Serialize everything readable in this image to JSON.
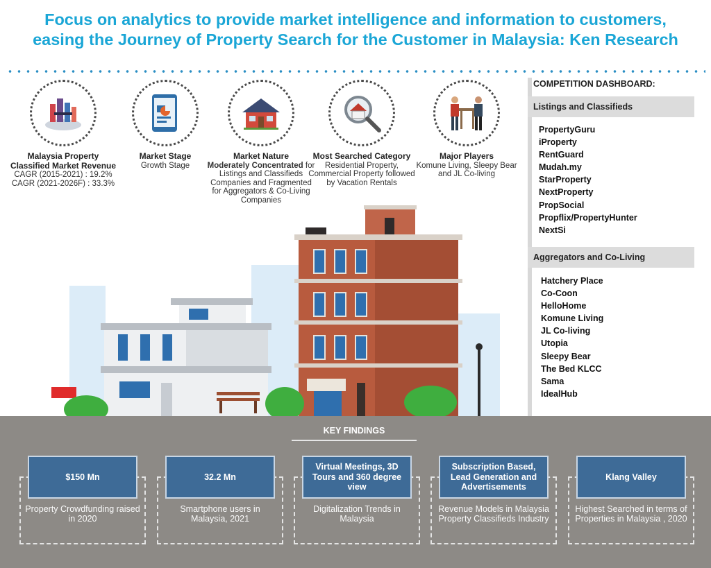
{
  "header": {
    "title": "Focus on analytics to provide market intelligence and information to customers, easing the Journey of Property Search for the Customer in Malaysia: Ken Research"
  },
  "features": [
    {
      "icon": "city-phone-icon",
      "label": "Malaysia Property Classified Market Revenue",
      "desc1": "CAGR (2015-2021) : 19.2%",
      "desc2": "CAGR (2021-2026F) : 33.3%"
    },
    {
      "icon": "tablet-chart-icon",
      "label": "Market Stage",
      "desc1": "Growth Stage"
    },
    {
      "icon": "house-icon",
      "label": "Market Nature",
      "desc_bold": "Moderately Concentrated",
      "desc1": " for Listings and Classifieds Companies and Fragmented for Aggregators & Co-Living Companies"
    },
    {
      "icon": "magnifier-house-icon",
      "label": "Most Searched Category",
      "desc1": "Residential Property, Commercial Property followed by Vacation Rentals"
    },
    {
      "icon": "people-meeting-icon",
      "label": "Major Players",
      "desc1": "Komune Living, Sleepy Bear and JL Co-living"
    }
  ],
  "dashboard": {
    "title": "COMPETITION DASHBOARD:",
    "listings_title": "Listings and Classifieds",
    "listings": [
      "PropertyGuru",
      "iProperty",
      "RentGuard",
      "Mudah.my",
      "StarProperty",
      "NextProperty",
      "PropSocial",
      "Propflix/PropertyHunter",
      "NextSi"
    ],
    "aggregators_title": "Aggregators and Co-Living",
    "aggregators": [
      "Hatchery Place",
      "Co-Coon",
      "HelloHome",
      "Komune Living",
      "JL Co-living",
      "Utopia",
      "Sleepy Bear",
      "The Bed KLCC",
      "Sama",
      "IdealHub"
    ]
  },
  "key_findings": {
    "title": "KEY FINDINGS",
    "cards": [
      {
        "head": "$150 Mn",
        "sub": "Property Crowdfunding raised in 2020"
      },
      {
        "head": "32.2 Mn",
        "sub": "Smartphone users in Malaysia, 2021"
      },
      {
        "head": "Virtual Meetings, 3D Tours and 360 degree view",
        "sub": "Digitalization Trends in Malaysia"
      },
      {
        "head": "Subscription Based, Lead Generation and Advertisements",
        "sub": "Revenue Models in Malaysia Property Classifieds Industry"
      },
      {
        "head": "Klang Valley",
        "sub": "Highest Searched in terms of Properties in Malaysia , 2020"
      }
    ]
  },
  "colors": {
    "title": "#1aa6d6",
    "card_head": "#3e6b97",
    "bottom_band": "#8d8a86",
    "brick": "#b85b3e"
  }
}
